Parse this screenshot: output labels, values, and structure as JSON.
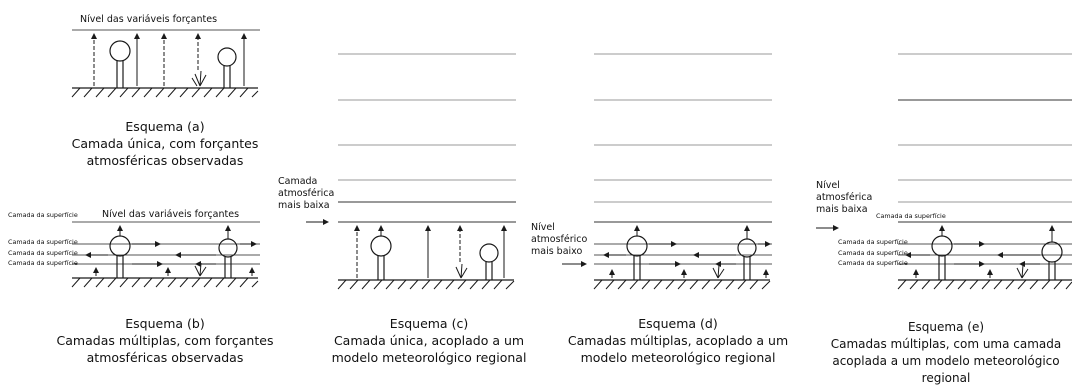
{
  "schemes": {
    "a": {
      "title": "Esquema (a)",
      "lines": [
        "Camada única, com forçantes",
        "atmosféricas observadas"
      ],
      "forcing_level": "Nível das variáveis forçantes"
    },
    "b": {
      "title": "Esquema (b)",
      "lines": [
        "Camadas múltiplas, com forçantes",
        "atmosféricas observadas"
      ],
      "forcing_level": "Nível das variáveis forçantes",
      "surface_label": "Camada da superfície",
      "layer_labels": [
        "Camada da superfície",
        "Camada da superfície",
        "Camada da superfície"
      ]
    },
    "c": {
      "title": "Esquema (c)",
      "lines": [
        "Camada única, acoplado a um",
        "modelo meteorológico regional"
      ],
      "side_label": [
        "Camada",
        "atmosférica",
        "mais baixa"
      ]
    },
    "d": {
      "title": "Esquema (d)",
      "lines": [
        "Camadas múltiplas, acoplado a um",
        "modelo meteorológico regional"
      ],
      "side_label": [
        "Nível",
        "atmosférico",
        "mais baixo"
      ]
    },
    "e": {
      "title": "Esquema (e)",
      "lines": [
        "Camadas múltiplas, com uma camada",
        "acoplada a um modelo meteorológico",
        "regional"
      ],
      "side_label": [
        "Nível",
        "atmosférica",
        "mais baixa"
      ],
      "surface_label": "Camada da superfície",
      "layer_labels": [
        "Camada da superfície",
        "Camada da superfície",
        "Camada da superfície"
      ]
    }
  },
  "colors": {
    "ink": "#1a1a1a",
    "grey_line": "#9a9a9a",
    "dark_line": "#333333"
  },
  "icons": [
    "tree-icon",
    "grass-icon",
    "arrow-right-icon",
    "ground-hatch"
  ]
}
